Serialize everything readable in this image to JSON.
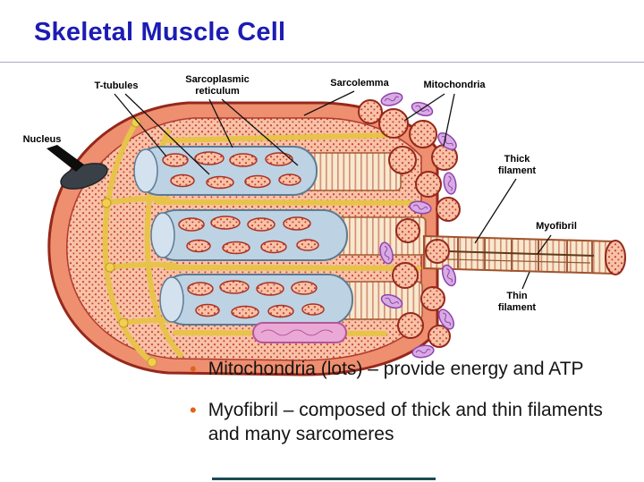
{
  "slide": {
    "title": "Skeletal Muscle Cell",
    "bullet_glyph": "•",
    "bullets": [
      {
        "text": "Mitochondria (lots) – provide energy and ATP"
      },
      {
        "text": "Myofibril – composed of thick and thin filaments and many sarcomeres"
      }
    ]
  },
  "diagram": {
    "labels": {
      "t_tubules": "T-tubules",
      "sarcoplasmic_reticulum": "Sarcoplasmic\nreticulum",
      "sarcolemma": "Sarcolemma",
      "mitochondria": "Mitochondria",
      "nucleus": "Nucleus",
      "thick_filament": "Thick\nfilament",
      "myofibril": "Myofibril",
      "thin_filament": "Thin\nfilament"
    }
  },
  "colors": {
    "title": "#1c1cb4",
    "divider": "#a9a9c9",
    "bullet_marker": "#e2621b",
    "body_text": "#141414",
    "muscle_fill": "#ee8f70",
    "muscle_outline": "#96281b",
    "sr_yellow": "#e7c34a",
    "sleeve_blue": "#bdd3e3",
    "mitochondria_purple": "#d9abe3",
    "nucleus_gray": "#3a4047"
  }
}
